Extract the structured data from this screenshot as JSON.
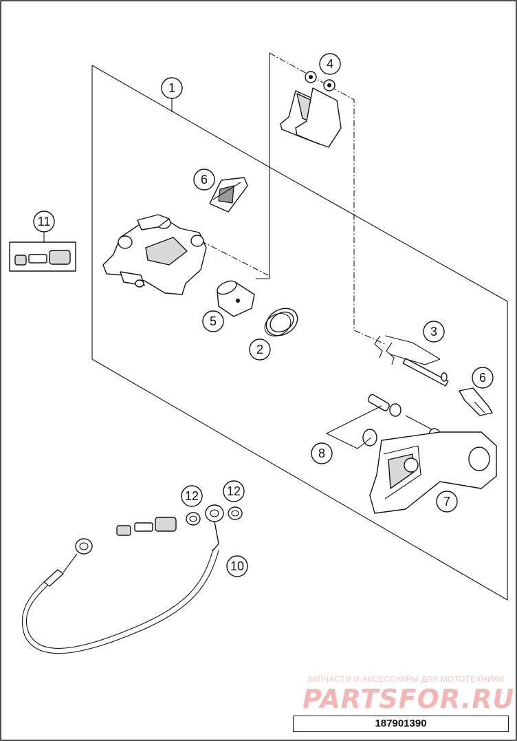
{
  "diagram": {
    "callouts": [
      {
        "id": "callout-1",
        "label": "1"
      },
      {
        "id": "callout-2",
        "label": "2"
      },
      {
        "id": "callout-3",
        "label": "3"
      },
      {
        "id": "callout-4",
        "label": "4"
      },
      {
        "id": "callout-5",
        "label": "5"
      },
      {
        "id": "callout-6a",
        "label": "6"
      },
      {
        "id": "callout-6b",
        "label": "6"
      },
      {
        "id": "callout-7",
        "label": "7"
      },
      {
        "id": "callout-8",
        "label": "8"
      },
      {
        "id": "callout-10",
        "label": "10"
      },
      {
        "id": "callout-11",
        "label": "11"
      },
      {
        "id": "callout-12a",
        "label": "12"
      },
      {
        "id": "callout-12b",
        "label": "12"
      }
    ],
    "document_number": "187901390"
  },
  "watermark": {
    "tagline": "ЗАПЧАСТИ И АКСЕССУАРЫ ДЛЯ МОТОТЕХНИКИ",
    "logo_text": "PARTSFOR.RU",
    "color": "#f4b5b5"
  }
}
